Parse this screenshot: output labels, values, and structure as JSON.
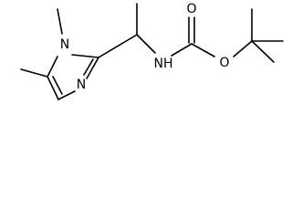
{
  "molecule": {
    "atoms": {
      "n1": "N",
      "n3": "N",
      "nh": "NH",
      "o_carbonyl": "O",
      "o_ester": "O"
    }
  }
}
